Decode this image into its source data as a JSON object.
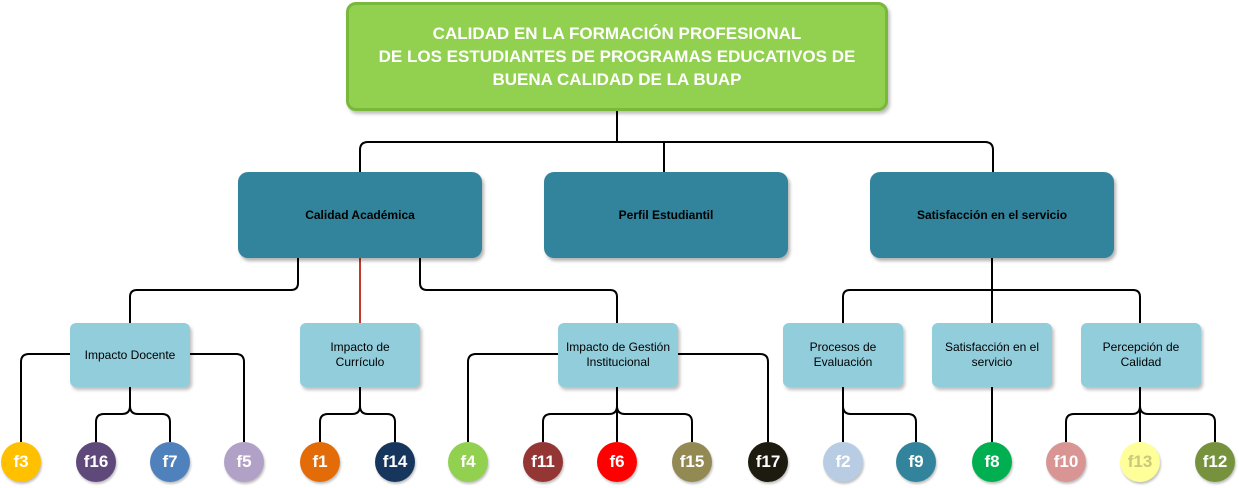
{
  "title": "CALIDAD EN LA FORMACIÓN PROFESIONAL\nDE LOS ESTUDIANTES DE PROGRAMAS EDUCATIVOS DE\nBUENA CALIDAD DE LA BUAP",
  "categories": [
    {
      "label": "Calidad Académica"
    },
    {
      "label": "Perfil Estudiantil"
    },
    {
      "label": "Satisfacción en el servicio"
    }
  ],
  "subcategories": [
    {
      "label": "Impacto Docente"
    },
    {
      "label": "Impacto de Currículo"
    },
    {
      "label": "Impacto de Gestión Institucional"
    },
    {
      "label": "Procesos de Evaluación"
    },
    {
      "label": "Satisfacción en el servicio"
    },
    {
      "label": "Percepción de Calidad"
    }
  ],
  "leaves": [
    {
      "label": "f3",
      "color": "#ffc000"
    },
    {
      "label": "f16",
      "color": "#5f497a"
    },
    {
      "label": "f7",
      "color": "#4f81bd"
    },
    {
      "label": "f5",
      "color": "#b2a1c7"
    },
    {
      "label": "f1",
      "color": "#e36c09"
    },
    {
      "label": "f14",
      "color": "#17365d"
    },
    {
      "label": "f4",
      "color": "#92d050"
    },
    {
      "label": "f11",
      "color": "#943634"
    },
    {
      "label": "f6",
      "color": "#ff0000"
    },
    {
      "label": "f15",
      "color": "#938953"
    },
    {
      "label": "f17",
      "color": "#1d1b10"
    },
    {
      "label": "f2",
      "color": "#b8cce4"
    },
    {
      "label": "f9",
      "color": "#31849b"
    },
    {
      "label": "f8",
      "color": "#00b050"
    },
    {
      "label": "f10",
      "color": "#d99594"
    },
    {
      "label": "f13",
      "color": "#ffff99",
      "text_color": "#c9c97a"
    },
    {
      "label": "f12",
      "color": "#76923c"
    }
  ],
  "connector_colors": {
    "default": "#000000",
    "highlight": "#c0392b"
  }
}
